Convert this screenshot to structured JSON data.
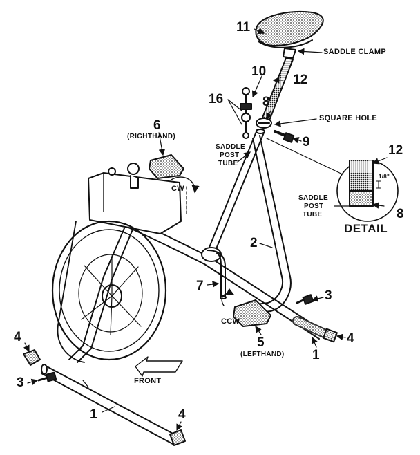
{
  "callouts": {
    "n11": "11",
    "n10": "10",
    "n12_top": "12",
    "n16": "16",
    "n8_top": "8",
    "n9": "9",
    "n6": "6",
    "n12_detail": "12",
    "n8_detail": "8",
    "n2": "2",
    "n7": "7",
    "n3_right": "3",
    "n4_right": "4",
    "n5": "5",
    "n1_right": "1",
    "n4_left": "4",
    "n3_left": "3",
    "n1_bottom": "1",
    "n4_bottom": "4"
  },
  "labels": {
    "saddle_clamp": "SADDLE CLAMP",
    "square_hole": "SQUARE HOLE",
    "righthand": "(RIGHTHAND)",
    "saddle_post_tube_1": "SADDLE",
    "saddle_post_tube_2": "POST",
    "saddle_post_tube_3": "TUBE",
    "detail_saddle_1": "SADDLE",
    "detail_saddle_2": "POST",
    "detail_saddle_3": "TUBE",
    "detail": "DETAIL",
    "cw": "CW",
    "ccw": "CCW",
    "lefthand": "(LEFTHAND)",
    "front": "FRONT",
    "dimension": "1/8\""
  },
  "colors": {
    "ink": "#111111",
    "stipple": "#444444",
    "paper": "#ffffff"
  }
}
